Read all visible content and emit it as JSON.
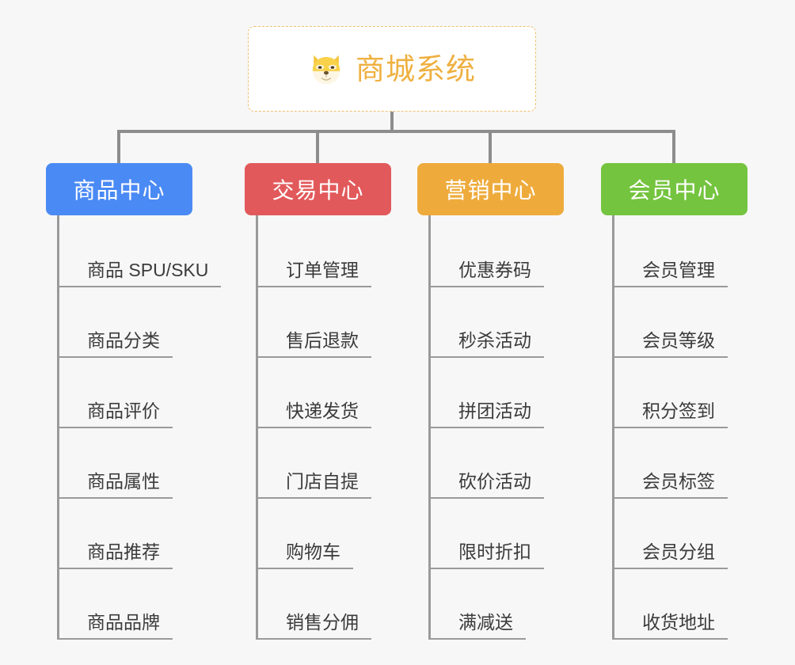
{
  "theme": {
    "background": "#f7f7f7",
    "root_accent": "#efb040",
    "connector": "#8d8d8d",
    "leaf_line": "#9a9a9a",
    "leaf_text": "#3b3b3b"
  },
  "root": {
    "title": "商城系统",
    "icon": "dog-face-icon",
    "border_color": "#f0c070"
  },
  "branches": [
    {
      "id": "product-center",
      "label": "商品中心",
      "color": "#4a8af4",
      "items": [
        "商品 SPU/SKU",
        "商品分类",
        "商品评价",
        "商品属性",
        "商品推荐",
        "商品品牌"
      ]
    },
    {
      "id": "trade-center",
      "label": "交易中心",
      "color": "#e2595b",
      "items": [
        "订单管理",
        "售后退款",
        "快递发货",
        "门店自提",
        "购物车",
        "销售分佣"
      ]
    },
    {
      "id": "marketing-center",
      "label": "营销中心",
      "color": "#eeab3c",
      "items": [
        "优惠券码",
        "秒杀活动",
        "拼团活动",
        "砍价活动",
        "限时折扣",
        "满减送"
      ]
    },
    {
      "id": "member-center",
      "label": "会员中心",
      "color": "#75c43f",
      "items": [
        "会员管理",
        "会员等级",
        "积分签到",
        "会员标签",
        "会员分组",
        "收货地址"
      ]
    }
  ]
}
